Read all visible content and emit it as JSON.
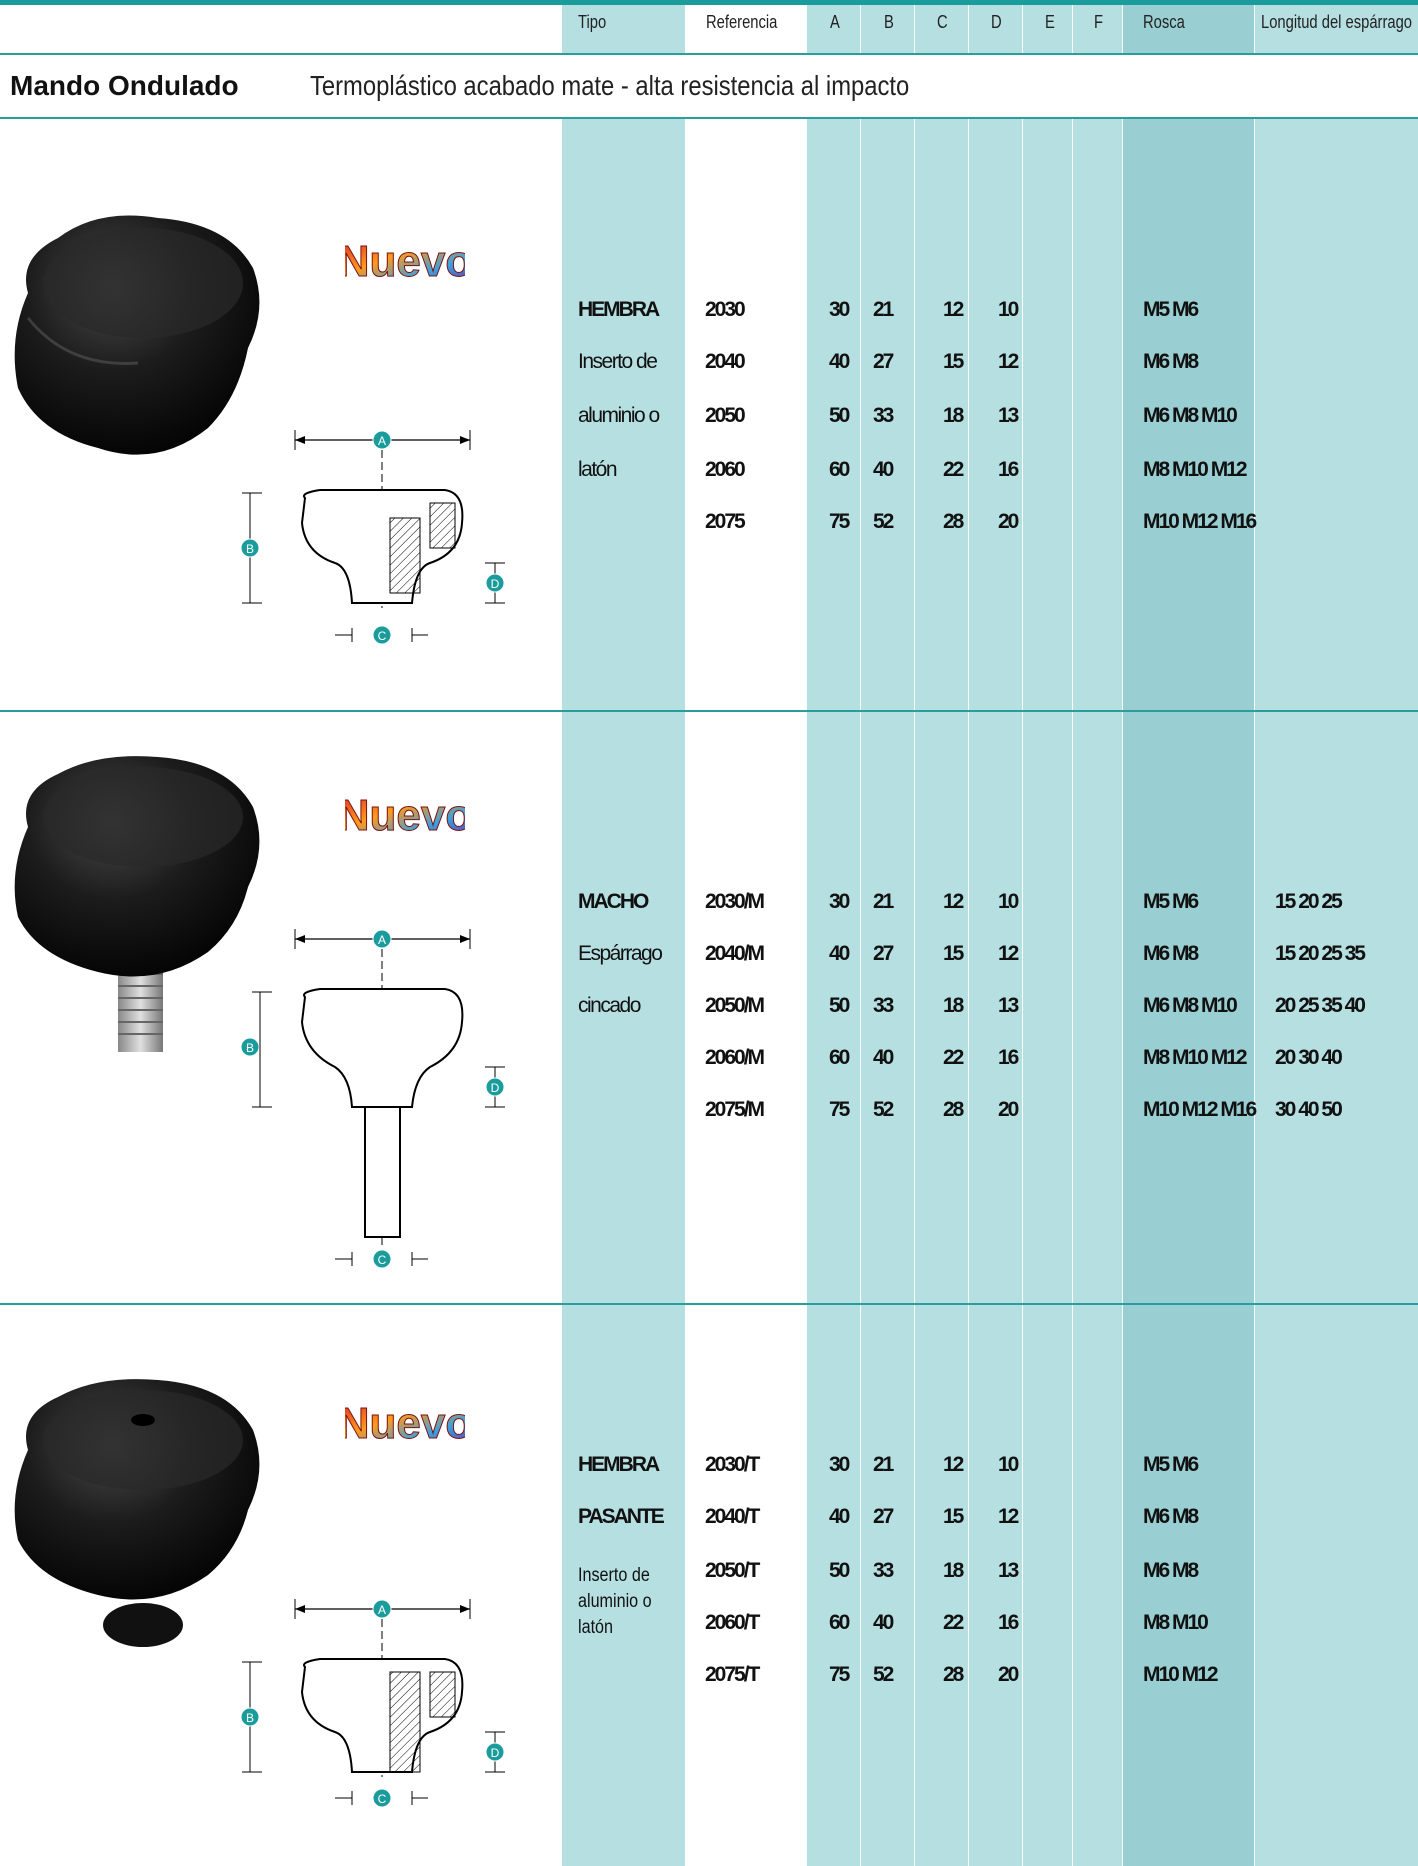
{
  "header": {
    "tipo": "Tipo",
    "referencia": "Referencia",
    "a": "A",
    "b": "B",
    "c": "C",
    "d": "D",
    "e": "E",
    "f": "F",
    "rosca": "Rosca",
    "longitud": "Longitud del espárrago"
  },
  "title": {
    "main": "Mando Ondulado",
    "sub": "Termoplástico acabado mate - alta resistencia al impacto"
  },
  "badge_text": "Nuevo",
  "dimension_labels": {
    "a": "A",
    "b": "B",
    "c": "C",
    "d": "D"
  },
  "sections": [
    {
      "tipo": [
        "HEMBRA",
        "Inserto de",
        "aluminio o",
        "latón"
      ],
      "rows": [
        {
          "ref": "2030",
          "a": "30",
          "b": "21",
          "c": "12",
          "d": "10",
          "rosca": "M5 M6",
          "longitud": ""
        },
        {
          "ref": "2040",
          "a": "40",
          "b": "27",
          "c": "15",
          "d": "12",
          "rosca": "M6 M8",
          "longitud": ""
        },
        {
          "ref": "2050",
          "a": "50",
          "b": "33",
          "c": "18",
          "d": "13",
          "rosca": "M6 M8 M10",
          "longitud": ""
        },
        {
          "ref": "2060",
          "a": "60",
          "b": "40",
          "c": "22",
          "d": "16",
          "rosca": "M8 M10 M12",
          "longitud": ""
        },
        {
          "ref": "2075",
          "a": "75",
          "b": "52",
          "c": "28",
          "d": "20",
          "rosca": "M10 M12 M16",
          "longitud": ""
        }
      ]
    },
    {
      "tipo": [
        "MACHO",
        "Espárrago",
        "cincado"
      ],
      "rows": [
        {
          "ref": "2030/M",
          "a": "30",
          "b": "21",
          "c": "12",
          "d": "10",
          "rosca": "M5 M6",
          "longitud": "15 20 25"
        },
        {
          "ref": "2040/M",
          "a": "40",
          "b": "27",
          "c": "15",
          "d": "12",
          "rosca": "M6 M8",
          "longitud": "15 20 25 35"
        },
        {
          "ref": "2050/M",
          "a": "50",
          "b": "33",
          "c": "18",
          "d": "13",
          "rosca": "M6 M8 M10",
          "longitud": "20 25 35 40"
        },
        {
          "ref": "2060/M",
          "a": "60",
          "b": "40",
          "c": "22",
          "d": "16",
          "rosca": "M8 M10 M12",
          "longitud": "20 30 40"
        },
        {
          "ref": "2075/M",
          "a": "75",
          "b": "52",
          "c": "28",
          "d": "20",
          "rosca": "M10 M12 M16",
          "longitud": "30 40 50"
        }
      ]
    },
    {
      "tipo": [
        "HEMBRA",
        "PASANTE",
        "Inserto de",
        "aluminio o",
        "latón"
      ],
      "rows": [
        {
          "ref": "2030/T",
          "a": "30",
          "b": "21",
          "c": "12",
          "d": "10",
          "rosca": "M5 M6",
          "longitud": ""
        },
        {
          "ref": "2040/T",
          "a": "40",
          "b": "27",
          "c": "15",
          "d": "12",
          "rosca": "M6 M8",
          "longitud": ""
        },
        {
          "ref": "2050/T",
          "a": "50",
          "b": "33",
          "c": "18",
          "d": "13",
          "rosca": "M6 M8",
          "longitud": ""
        },
        {
          "ref": "2060/T",
          "a": "60",
          "b": "40",
          "c": "22",
          "d": "16",
          "rosca": "M8 M10",
          "longitud": ""
        },
        {
          "ref": "2075/T",
          "a": "75",
          "b": "52",
          "c": "28",
          "d": "20",
          "rosca": "M10 M12",
          "longitud": ""
        }
      ]
    }
  ],
  "colors": {
    "accent": "#1a9c9c",
    "column_light": "#b6dfe1",
    "column_dark": "#99cfd2",
    "dimension_circle": "#1a9c9c"
  }
}
